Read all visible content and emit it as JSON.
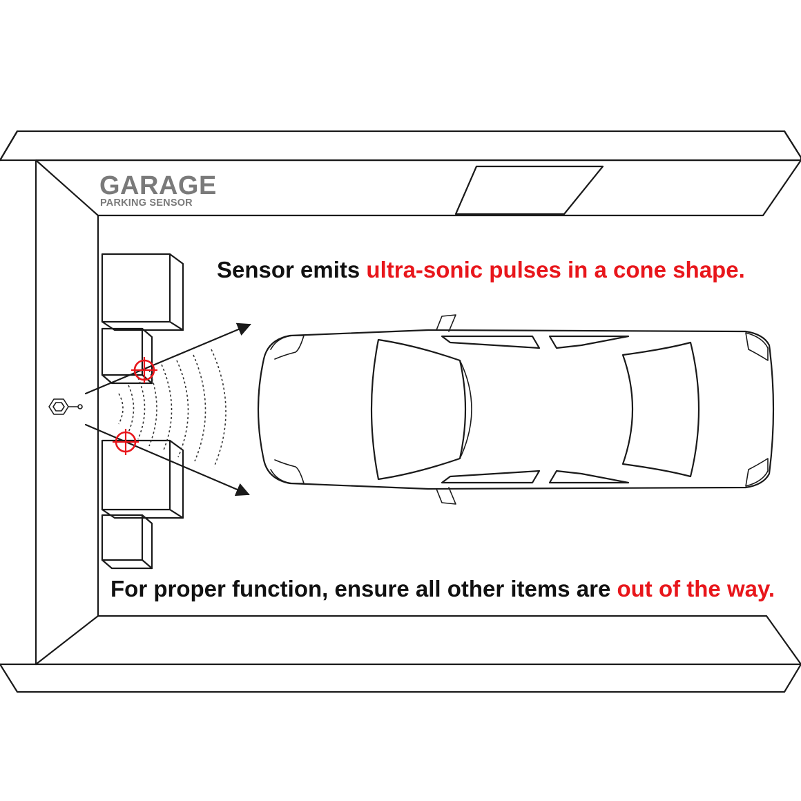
{
  "logo": {
    "title": "GARAGE",
    "subtitle": "PARKING SENSOR"
  },
  "caption_top": {
    "plain": "Sensor emits ",
    "highlight": "ultra-sonic pulses in a cone shape."
  },
  "caption_bottom": {
    "plain": "For proper function, ensure all other items are ",
    "highlight": "out of the way."
  },
  "colors": {
    "text": "#111111",
    "highlight": "#e8161b",
    "logo": "#7a7a7a",
    "line": "#1a1a1a",
    "target": "#e8161b"
  },
  "icons": {
    "sensor": "sensor-icon",
    "target": "crosshair-target-icon",
    "arrow": "arrow-icon"
  }
}
